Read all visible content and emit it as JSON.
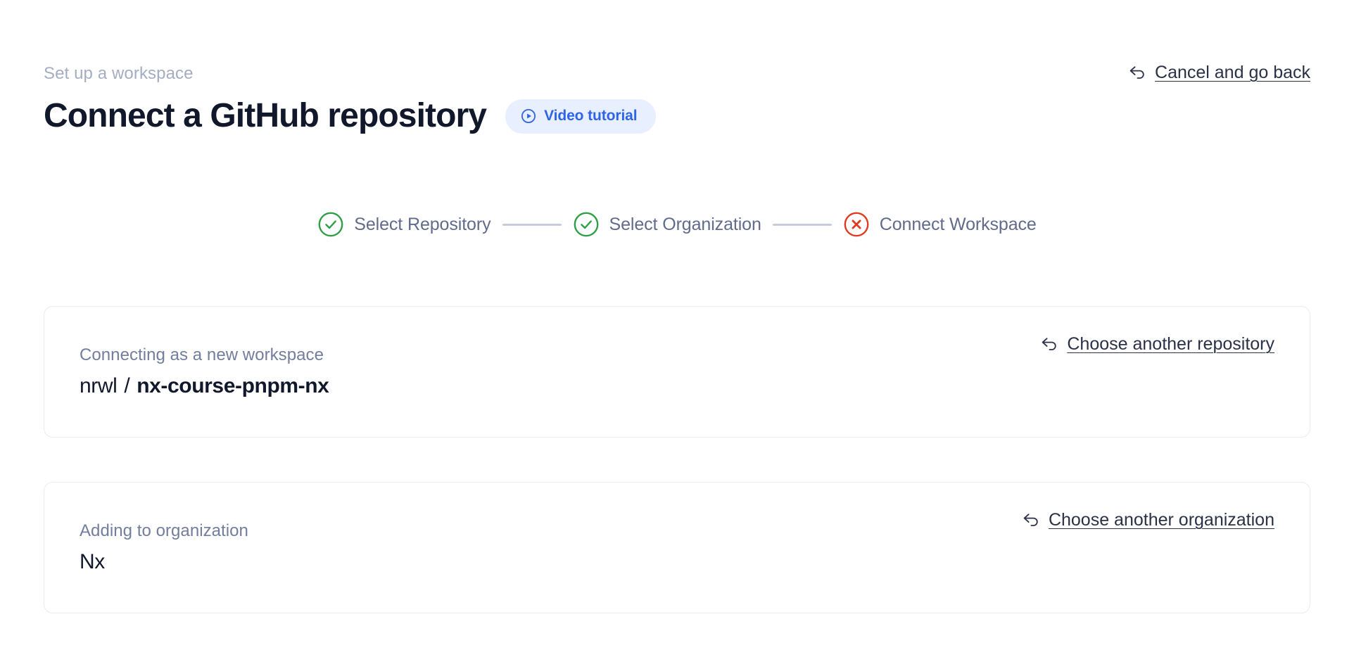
{
  "header": {
    "eyebrow": "Set up a workspace",
    "title": "Connect a GitHub repository",
    "video_badge": {
      "label": "Video tutorial",
      "icon": "play-circle-icon",
      "bg_color": "#e8efff",
      "text_color": "#2e64e8"
    },
    "cancel_link": {
      "label": "Cancel and go back",
      "icon": "back-arrow-icon"
    }
  },
  "stepper": {
    "connector_color": "#c6cbdd",
    "steps": [
      {
        "label": "Select Repository",
        "state": "complete",
        "icon": "check-circle-icon",
        "color": "#2f9e44"
      },
      {
        "label": "Select Organization",
        "state": "complete",
        "icon": "check-circle-icon",
        "color": "#2f9e44"
      },
      {
        "label": "Connect Workspace",
        "state": "error",
        "icon": "x-circle-icon",
        "color": "#e03a22"
      }
    ]
  },
  "cards": [
    {
      "caption": "Connecting as a new workspace",
      "owner": "nrwl",
      "separator": "/",
      "repo": "nx-course-pnpm-nx",
      "action": {
        "label": "Choose another repository",
        "icon": "back-arrow-icon"
      }
    },
    {
      "caption": "Adding to organization",
      "value": "Nx",
      "action": {
        "label": "Choose another organization",
        "icon": "back-arrow-icon"
      }
    }
  ]
}
